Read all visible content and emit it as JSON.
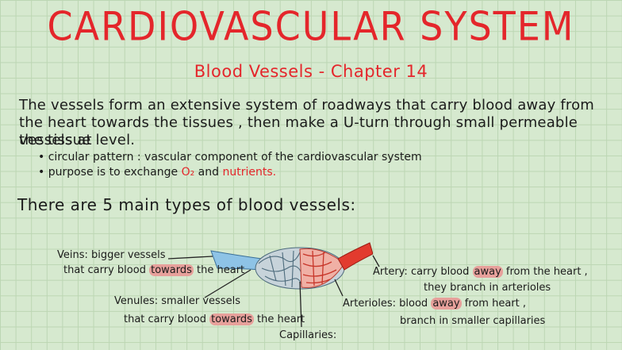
{
  "title": "CARDIOVASCULAR SYSTEM",
  "subtitle": "Blood Vessels - Chapter 14",
  "intro": {
    "line1": "The vessels form an extensive system of roadways that carry blood away from",
    "line2": "the heart towards the tissues , then make a U-turn through small permeable vessels at",
    "line3": "the tissue level."
  },
  "bullets": {
    "b1": "circular pattern : vascular component of the cardiovascular system",
    "b2_prefix": "purpose is to exchange",
    "b2_o2": "O₂",
    "b2_and": "and",
    "b2_nutrients": "nutrients."
  },
  "types_heading": "There are 5 main types of blood vessels:",
  "labels": {
    "veins_line1": "Veins: bigger vessels",
    "veins_line2_prefix": "that carry blood",
    "veins_line2_hl": "towards",
    "veins_line2_suffix": "the heart",
    "venules_line1": "Venules: smaller vessels",
    "venules_line2_prefix": "that carry blood",
    "venules_line2_hl": "towards",
    "venules_line2_suffix": "the heart",
    "artery_line1_prefix": "Artery: carry blood",
    "artery_line1_hl": "away",
    "artery_line1_suffix": "from the heart ,",
    "artery_line2": "they branch in arterioles",
    "arterioles_line1_prefix": "Arterioles: blood",
    "arterioles_line1_hl": "away",
    "arterioles_line1_suffix": "from heart ,",
    "arterioles_line2": "branch in smaller capillaries",
    "capillaries": "Capillaries:"
  },
  "colors": {
    "title_red": "#e4262b",
    "vein_blue": "#8ec3e6",
    "artery_red": "#e23b2e",
    "highlight": "#e7a09b"
  }
}
